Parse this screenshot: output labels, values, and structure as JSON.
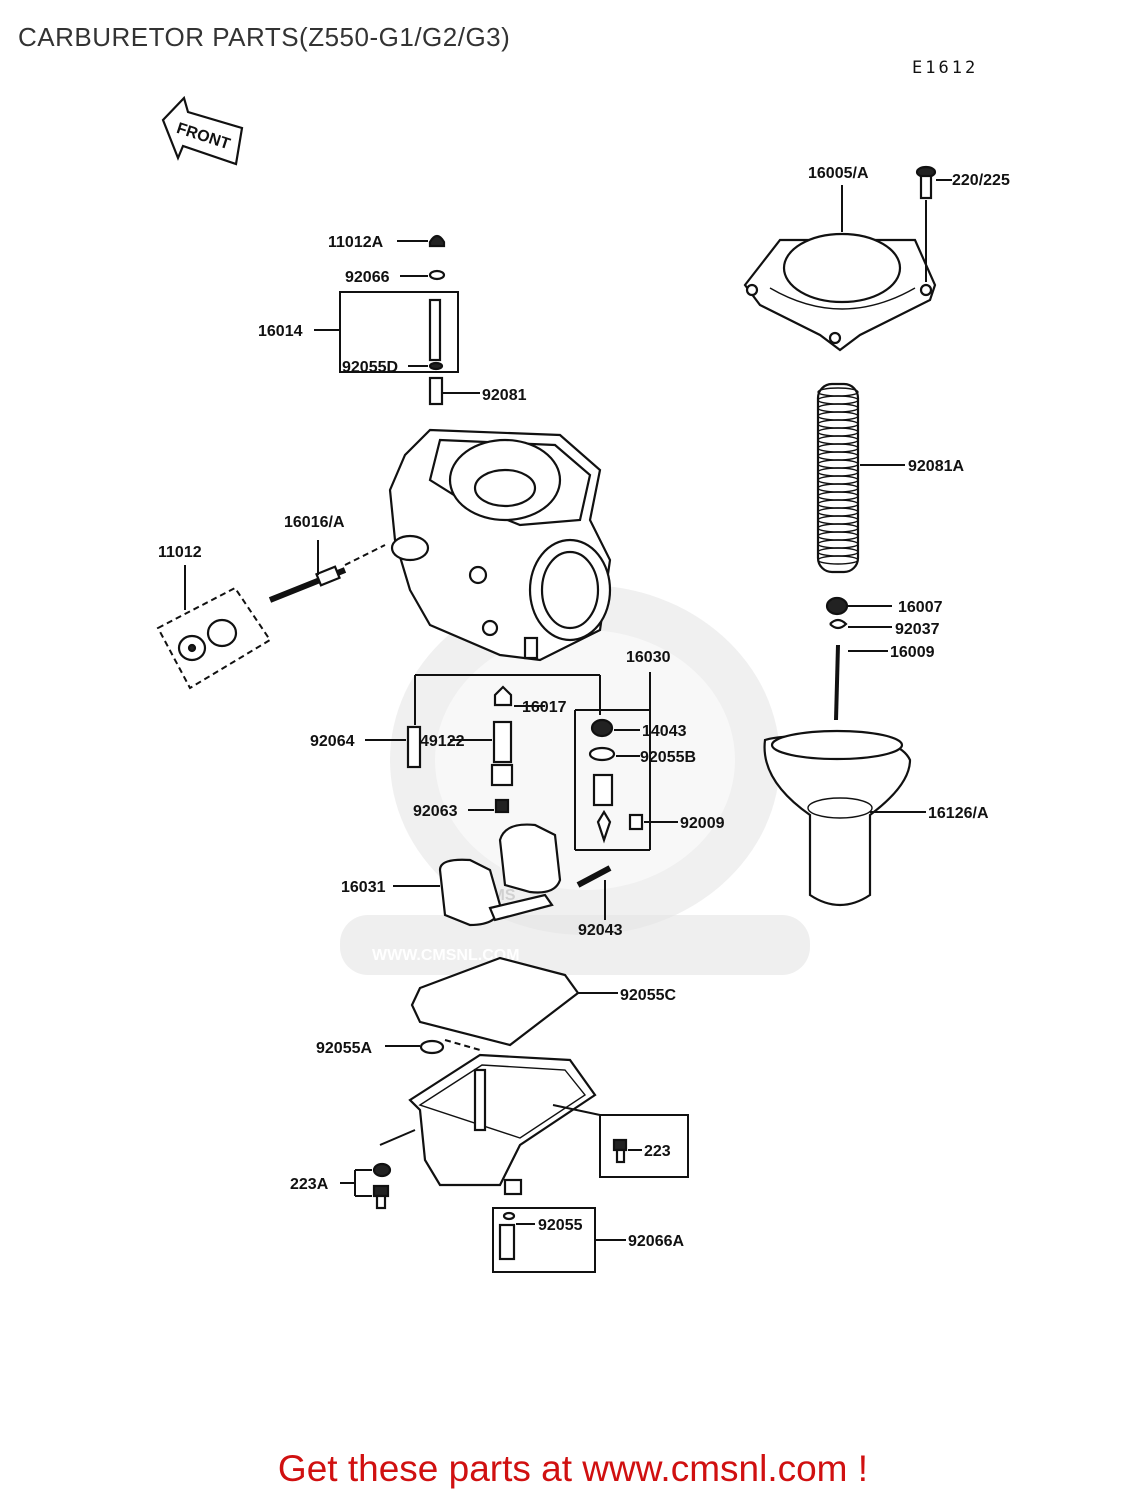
{
  "header": {
    "title": "CARBURETOR PARTS(Z550-G1/G2/G3)",
    "diagram_code": "E1612",
    "front_label": "FRONT"
  },
  "watermark": {
    "brand": "CMS",
    "url": "WWW.CMSNL.COM"
  },
  "parts": [
    {
      "id": "p_11012A",
      "label": "11012A"
    },
    {
      "id": "p_92066",
      "label": "92066"
    },
    {
      "id": "p_16014",
      "label": "16014"
    },
    {
      "id": "p_92055D",
      "label": "92055D"
    },
    {
      "id": "p_92081",
      "label": "92081"
    },
    {
      "id": "p_16016A",
      "label": "16016/A"
    },
    {
      "id": "p_11012",
      "label": "11012"
    },
    {
      "id": "p_16005A",
      "label": "16005/A"
    },
    {
      "id": "p_220_225",
      "label": "220/225"
    },
    {
      "id": "p_92081A",
      "label": "92081A"
    },
    {
      "id": "p_16007",
      "label": "16007"
    },
    {
      "id": "p_92037",
      "label": "92037"
    },
    {
      "id": "p_16009",
      "label": "16009"
    },
    {
      "id": "p_16030",
      "label": "16030"
    },
    {
      "id": "p_16017",
      "label": "16017"
    },
    {
      "id": "p_14043",
      "label": "14043"
    },
    {
      "id": "p_92055B",
      "label": "92055B"
    },
    {
      "id": "p_92064",
      "label": "92064"
    },
    {
      "id": "p_49122",
      "label": "49122"
    },
    {
      "id": "p_92063",
      "label": "92063"
    },
    {
      "id": "p_92009",
      "label": "92009"
    },
    {
      "id": "p_16126A",
      "label": "16126/A"
    },
    {
      "id": "p_16031",
      "label": "16031"
    },
    {
      "id": "p_92043",
      "label": "92043"
    },
    {
      "id": "p_92055C",
      "label": "92055C"
    },
    {
      "id": "p_92055A",
      "label": "92055A"
    },
    {
      "id": "p_223",
      "label": "223"
    },
    {
      "id": "p_223A",
      "label": "223A"
    },
    {
      "id": "p_92055",
      "label": "92055"
    },
    {
      "id": "p_92066A",
      "label": "92066A"
    }
  ],
  "footer": {
    "text": "Get these parts at www.cmsnl.com !",
    "color": "#d01010"
  }
}
